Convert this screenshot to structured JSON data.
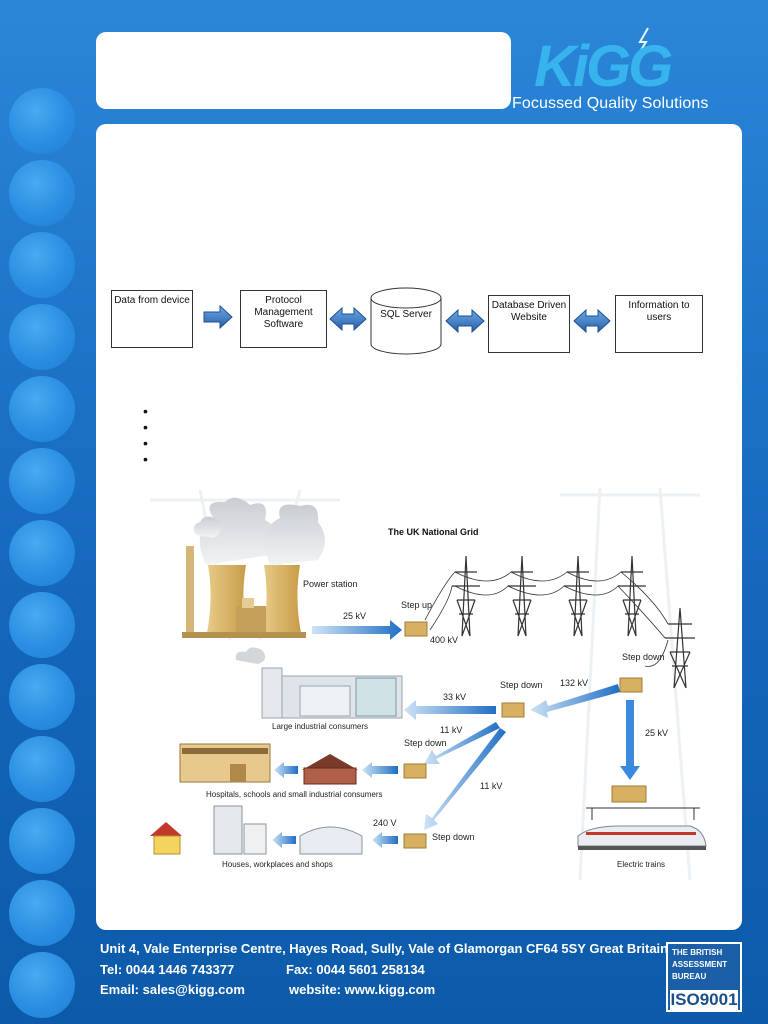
{
  "brand": {
    "name": "KiGG",
    "tagline": "Focussed Quality Solutions"
  },
  "flow": {
    "boxes": [
      {
        "label": "Data from device"
      },
      {
        "label": "Protocol Management Software"
      },
      {
        "label": "SQL Server"
      },
      {
        "label": "Database Driven Website"
      },
      {
        "label": "Information to users"
      }
    ]
  },
  "bullets": [
    "•",
    "•",
    "•",
    "•"
  ],
  "grid": {
    "title": "The UK National Grid",
    "power_station": "Power station",
    "v25a": "25 kV",
    "step_up": "Step up",
    "v400": "400 kV",
    "step_down_1": "Step down",
    "v132": "132 kV",
    "step_down_2": "Step down",
    "v33": "33 kV",
    "large_industrial": "Large industrial consumers",
    "v11a": "11 kV",
    "step_down_3": "Step down",
    "v25b": "25 kV",
    "v11b": "11 kV",
    "hospitals": "Hospitals, schools and small industrial consumers",
    "v240": "240 V",
    "step_down_4": "Step down",
    "houses": "Houses, workplaces and shops",
    "electric_trains": "Electric trains"
  },
  "footer": {
    "address": "Unit 4, Vale Enterprise Centre, Hayes Road, Sully, Vale of Glamorgan CF64 5SY Great Britain",
    "tel": "Tel: 0044 1446 743377",
    "fax": "Fax: 0044 5601 258134",
    "email": "Email: sales@kigg.com",
    "website": "website: www.kigg.com"
  },
  "iso": {
    "line1": "THE BRITISH",
    "line2": "ASSESSMENT",
    "line3": "BUREAU",
    "badge": "ISO9001"
  },
  "colors": {
    "page_blue": "#1a6fc2",
    "logo_cyan": "#37b4ee",
    "arrow_blue": "#2a7fd0"
  }
}
